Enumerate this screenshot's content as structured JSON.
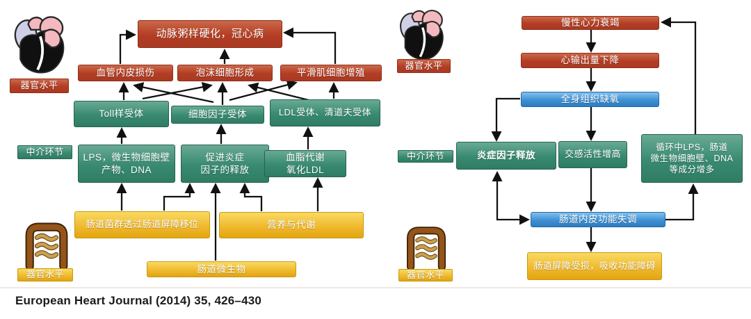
{
  "caption": {
    "text": "European Heart Journal (2014) 35, 426–430"
  },
  "colors": {
    "red": "#b33d24",
    "green": "#388a70",
    "yellow": "#efb72b",
    "blue": "#3f90d3"
  },
  "left": {
    "organ_top": "器官水平",
    "mediator": "中介环节",
    "organ_bottom": "器官水平",
    "outcome": "动脉粥样硬化，冠心病",
    "endothelial_injury": "血管内皮损伤",
    "foam_cell": "泡沫细胞形成",
    "smooth_muscle": "平滑肌细胞增殖",
    "toll_receptor": "Toll样受体",
    "cytokine_receptor": "细胞因子受体",
    "ldl_receptor": "LDL受体、清道夫受体",
    "lps": "LPS，微生物细胞壁\n产物、DNA",
    "inflammation_release": "促进炎症\n因子的释放",
    "lipid": "血脂代谢\n氧化LDL",
    "translocation": "肠道菌群透过肠道屏障移位",
    "nutrition": "营养与代谢",
    "microbiota": "肠道微生物"
  },
  "right": {
    "organ_top": "器官水平",
    "mediator": "中介环节",
    "organ_bottom": "器官水平",
    "chf": "慢性心力衰竭",
    "cardiac_output": "心输出量下降",
    "hypoxia": "全身组织缺氧",
    "inflammatory_factors": "炎症因子释放",
    "sympathetic": "交感活性增高",
    "circulating_lps": "循环中LPS，肠道\n微生物细胞壁、DNA\n等成分增多",
    "endothelial_dysfunction": "肠道内皮功能失调",
    "barrier_damage": "肠道屏障受损，吸收功能障碍"
  }
}
